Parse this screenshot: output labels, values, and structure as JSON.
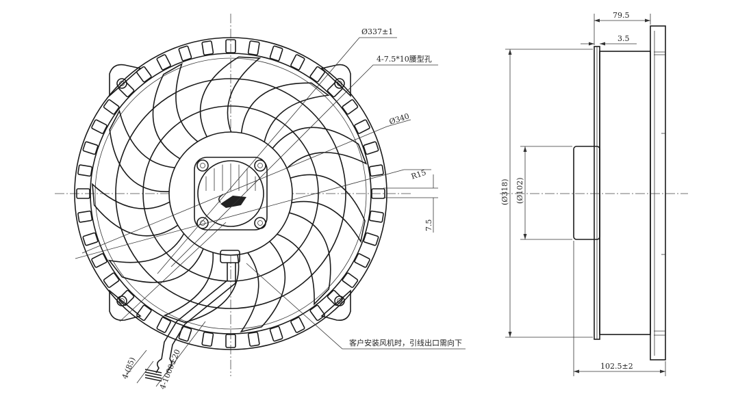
{
  "front_view": {
    "dia_337": "Ø337±1",
    "slot_holes": "4-7.5*10腰型孔",
    "dia_340": "Ø340",
    "radius": "R15",
    "offset": "7.5",
    "cable_note": "客户安装风机时，引线出口需向下",
    "wire_strip": "4-(85)",
    "wire_length": "4-1000±20"
  },
  "side_view": {
    "depth_total": "79.5",
    "flange": "3.5",
    "dia_318": "(Ø318)",
    "dia_102": "(Ø102)",
    "depth_overall": "102.5±2"
  }
}
